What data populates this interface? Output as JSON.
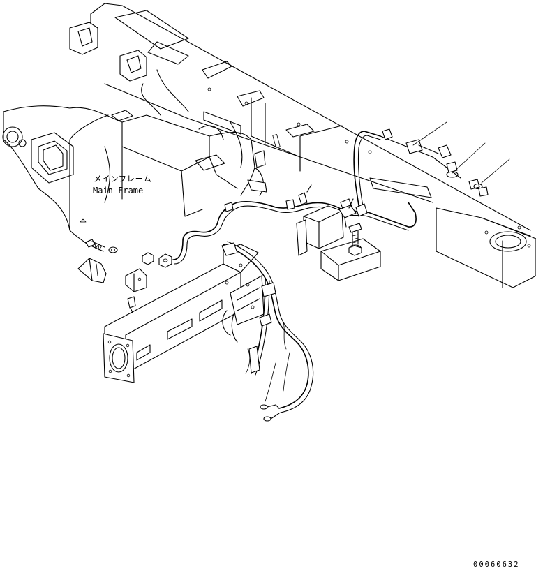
{
  "labels": {
    "main_frame_jp": "メインフレーム",
    "main_frame_en": "Main Frame"
  },
  "drawing_number": "00060632",
  "colors": {
    "line": "#000000",
    "background": "#ffffff"
  }
}
